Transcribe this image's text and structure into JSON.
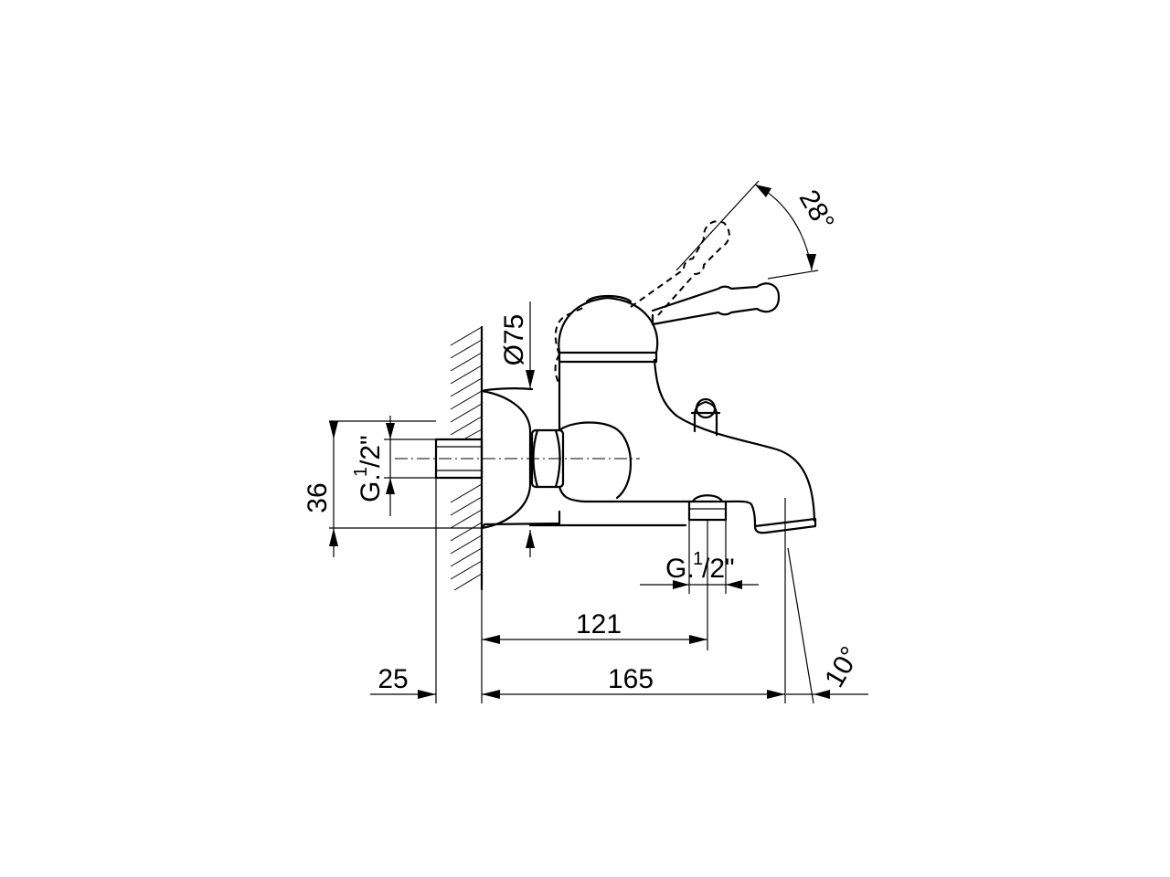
{
  "dimensions": {
    "offset_wall": "25",
    "spout_length": "165",
    "outlet_spacing": "121",
    "height_36": "36",
    "rosette_diameter": "Ø75",
    "lever_angle": "28°",
    "spout_angle": "10°"
  },
  "threads": {
    "inlet_main": "G.",
    "inlet_sup": "1",
    "inlet_rest": "/2\"",
    "outlet_main": "G.",
    "outlet_sup": "1",
    "outlet_rest": "/2\""
  }
}
